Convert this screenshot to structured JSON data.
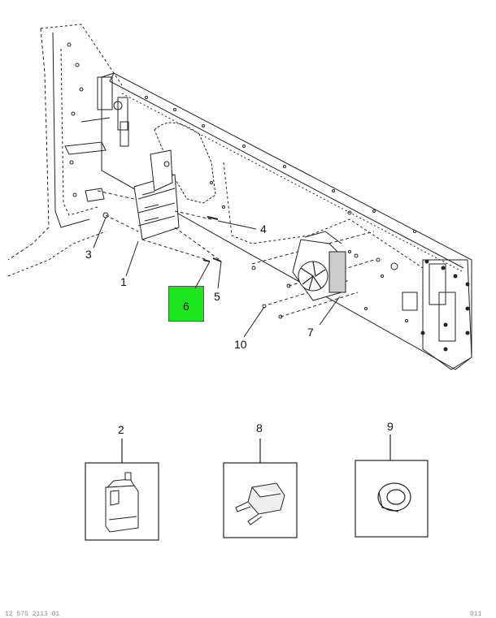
{
  "callouts": {
    "c1": "1",
    "c2": "2",
    "c3": "3",
    "c4": "4",
    "c5": "5",
    "c6": "6",
    "c7": "7",
    "c8": "8",
    "c9": "9",
    "c10": "10"
  },
  "highlight_color": "#1ee61e",
  "footer": {
    "left": "12 575 2113 01",
    "right": "011"
  }
}
